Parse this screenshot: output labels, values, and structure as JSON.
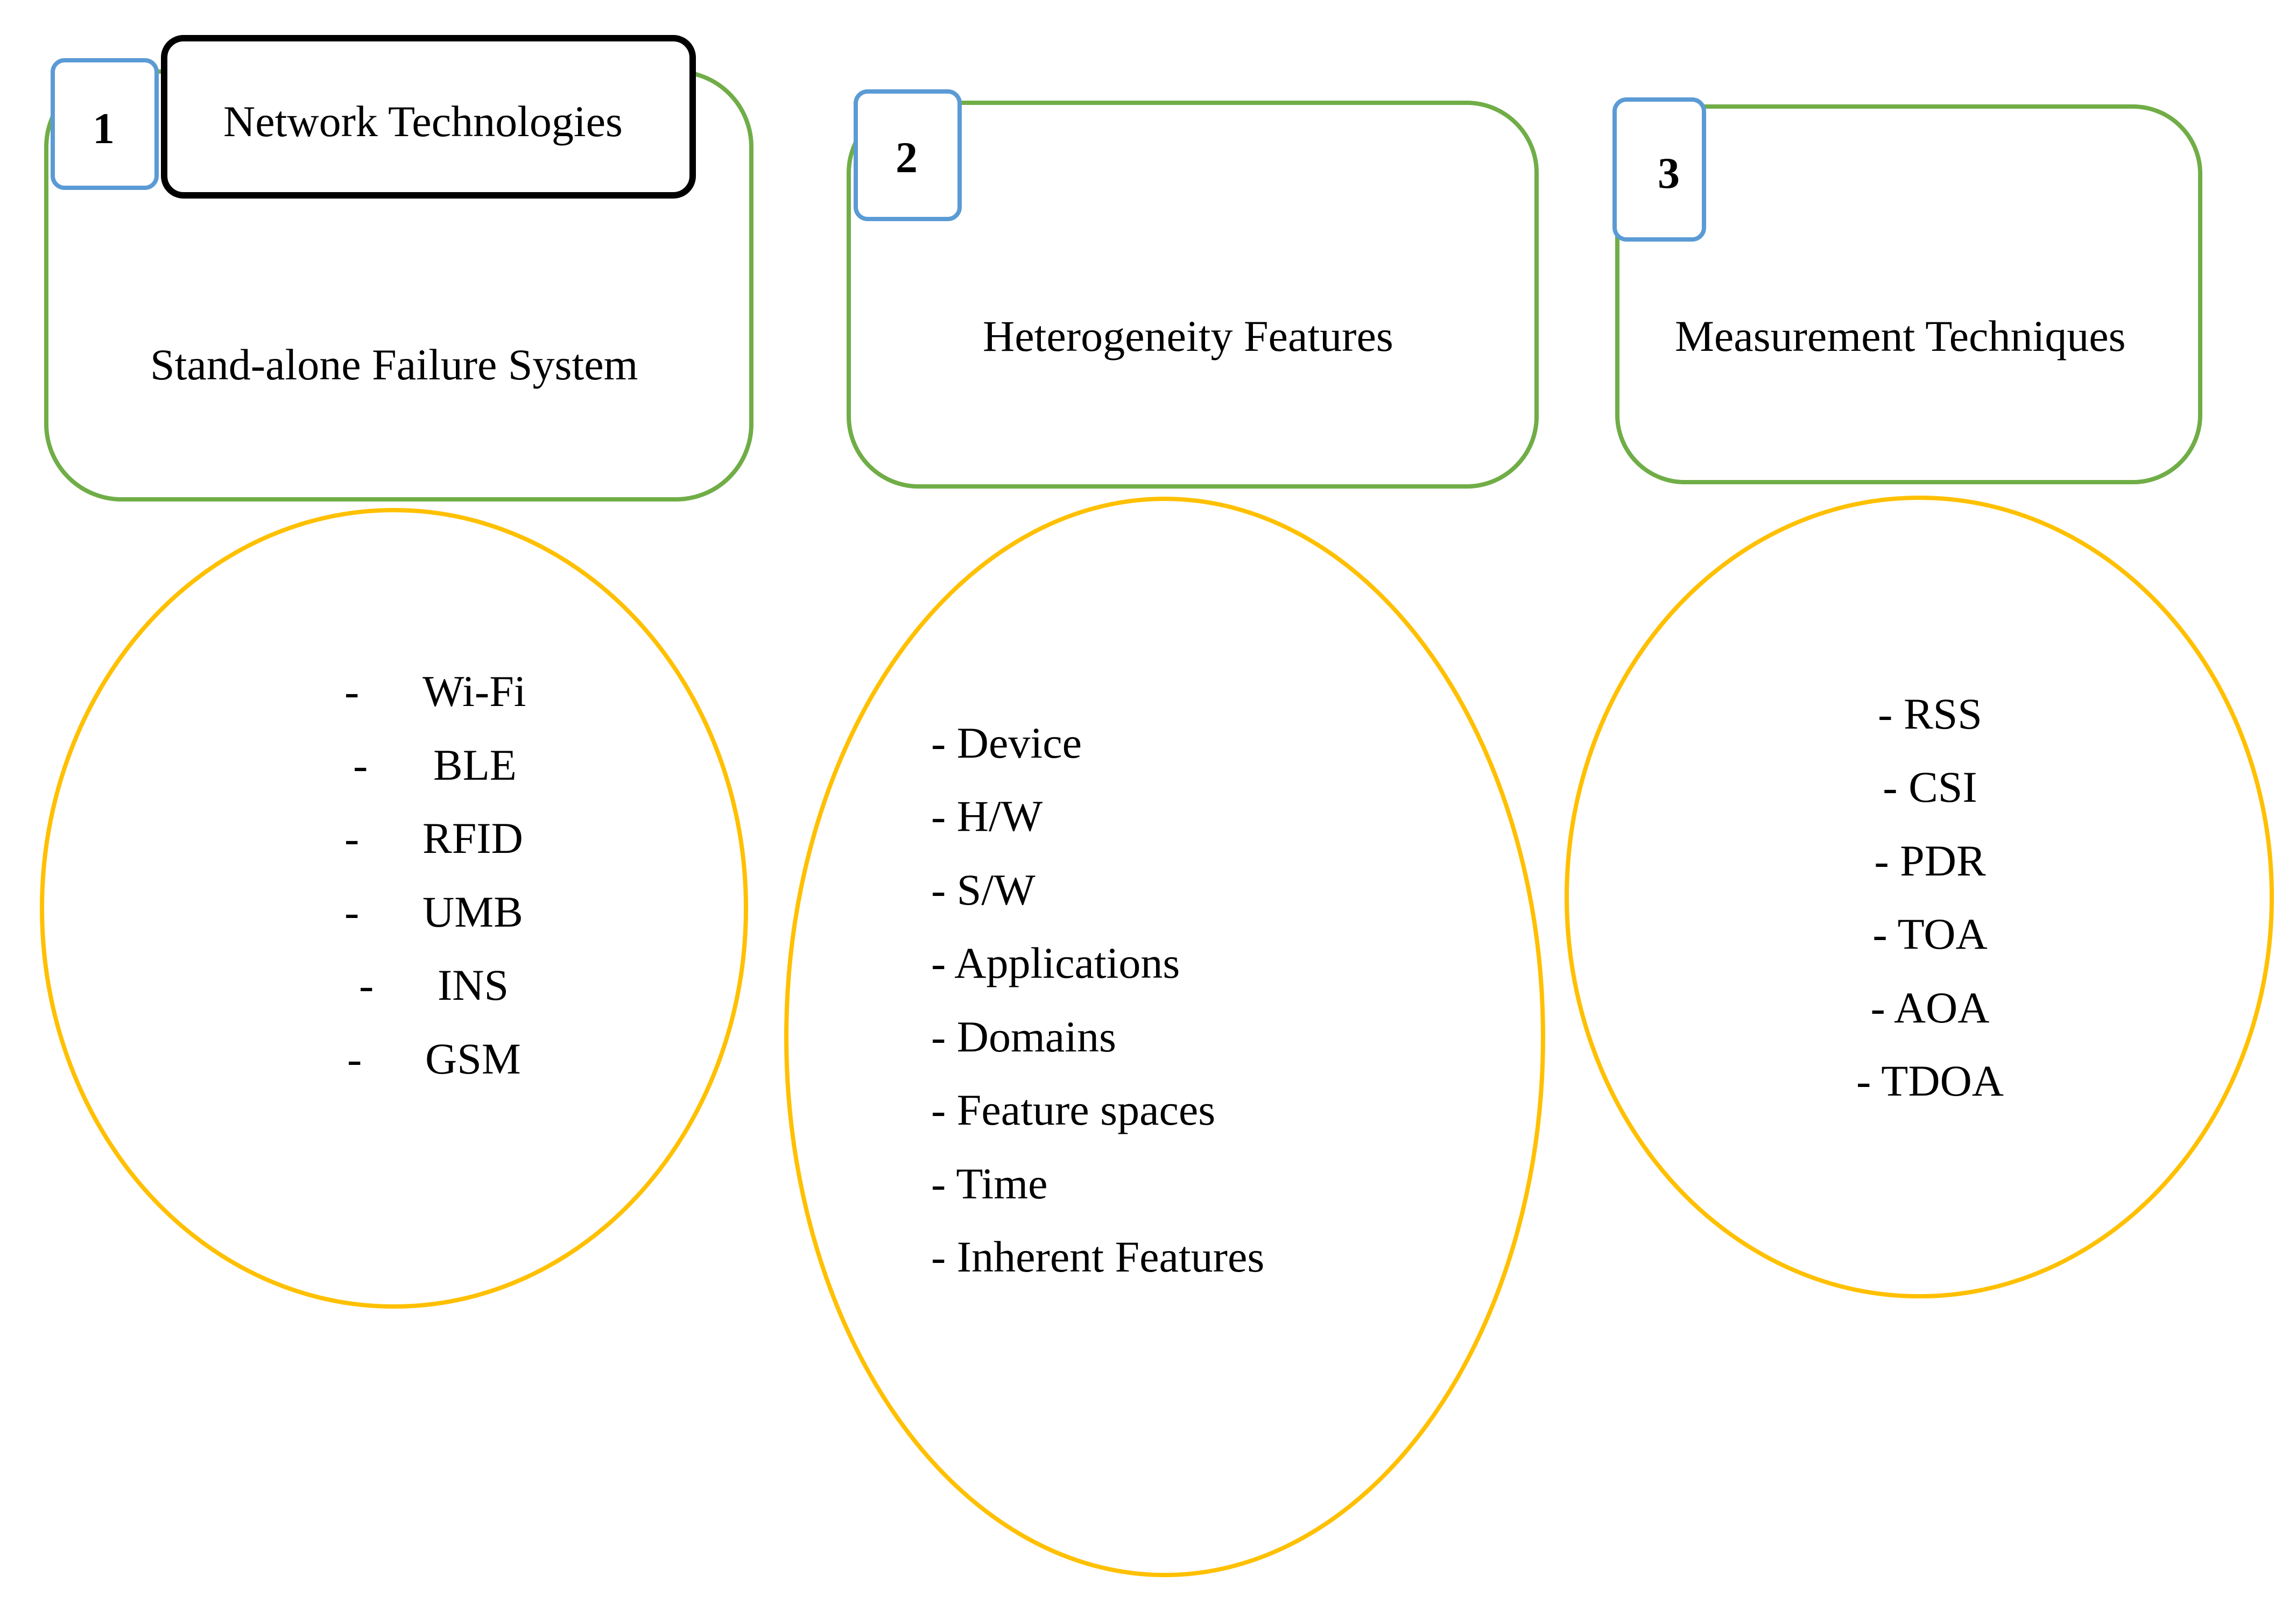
{
  "colors": {
    "category_box_border": "#70ad47",
    "number_badge_border": "#5b9bd5",
    "ellipse_border": "#ffc000",
    "header_box_border": "#000000",
    "text": "#000000"
  },
  "categories": [
    {
      "number": "1",
      "header": "Network Technologies",
      "title": "Stand-alone Failure System",
      "items": [
        "Wi-Fi",
        "BLE",
        "RFID",
        "UMB",
        "INS",
        "GSM"
      ],
      "bullet": "-"
    },
    {
      "number": "2",
      "title": "Heterogeneity Features",
      "items": [
        "- Device",
        "- H/W",
        "- S/W",
        "- Applications",
        "- Domains",
        "- Feature spaces",
        "- Time",
        "- Inherent Features"
      ]
    },
    {
      "number": "3",
      "title": "Measurement Techniques",
      "items": [
        "- RSS",
        "- CSI",
        "- PDR",
        "- TOA",
        "- AOA",
        "- TDOA"
      ]
    }
  ]
}
